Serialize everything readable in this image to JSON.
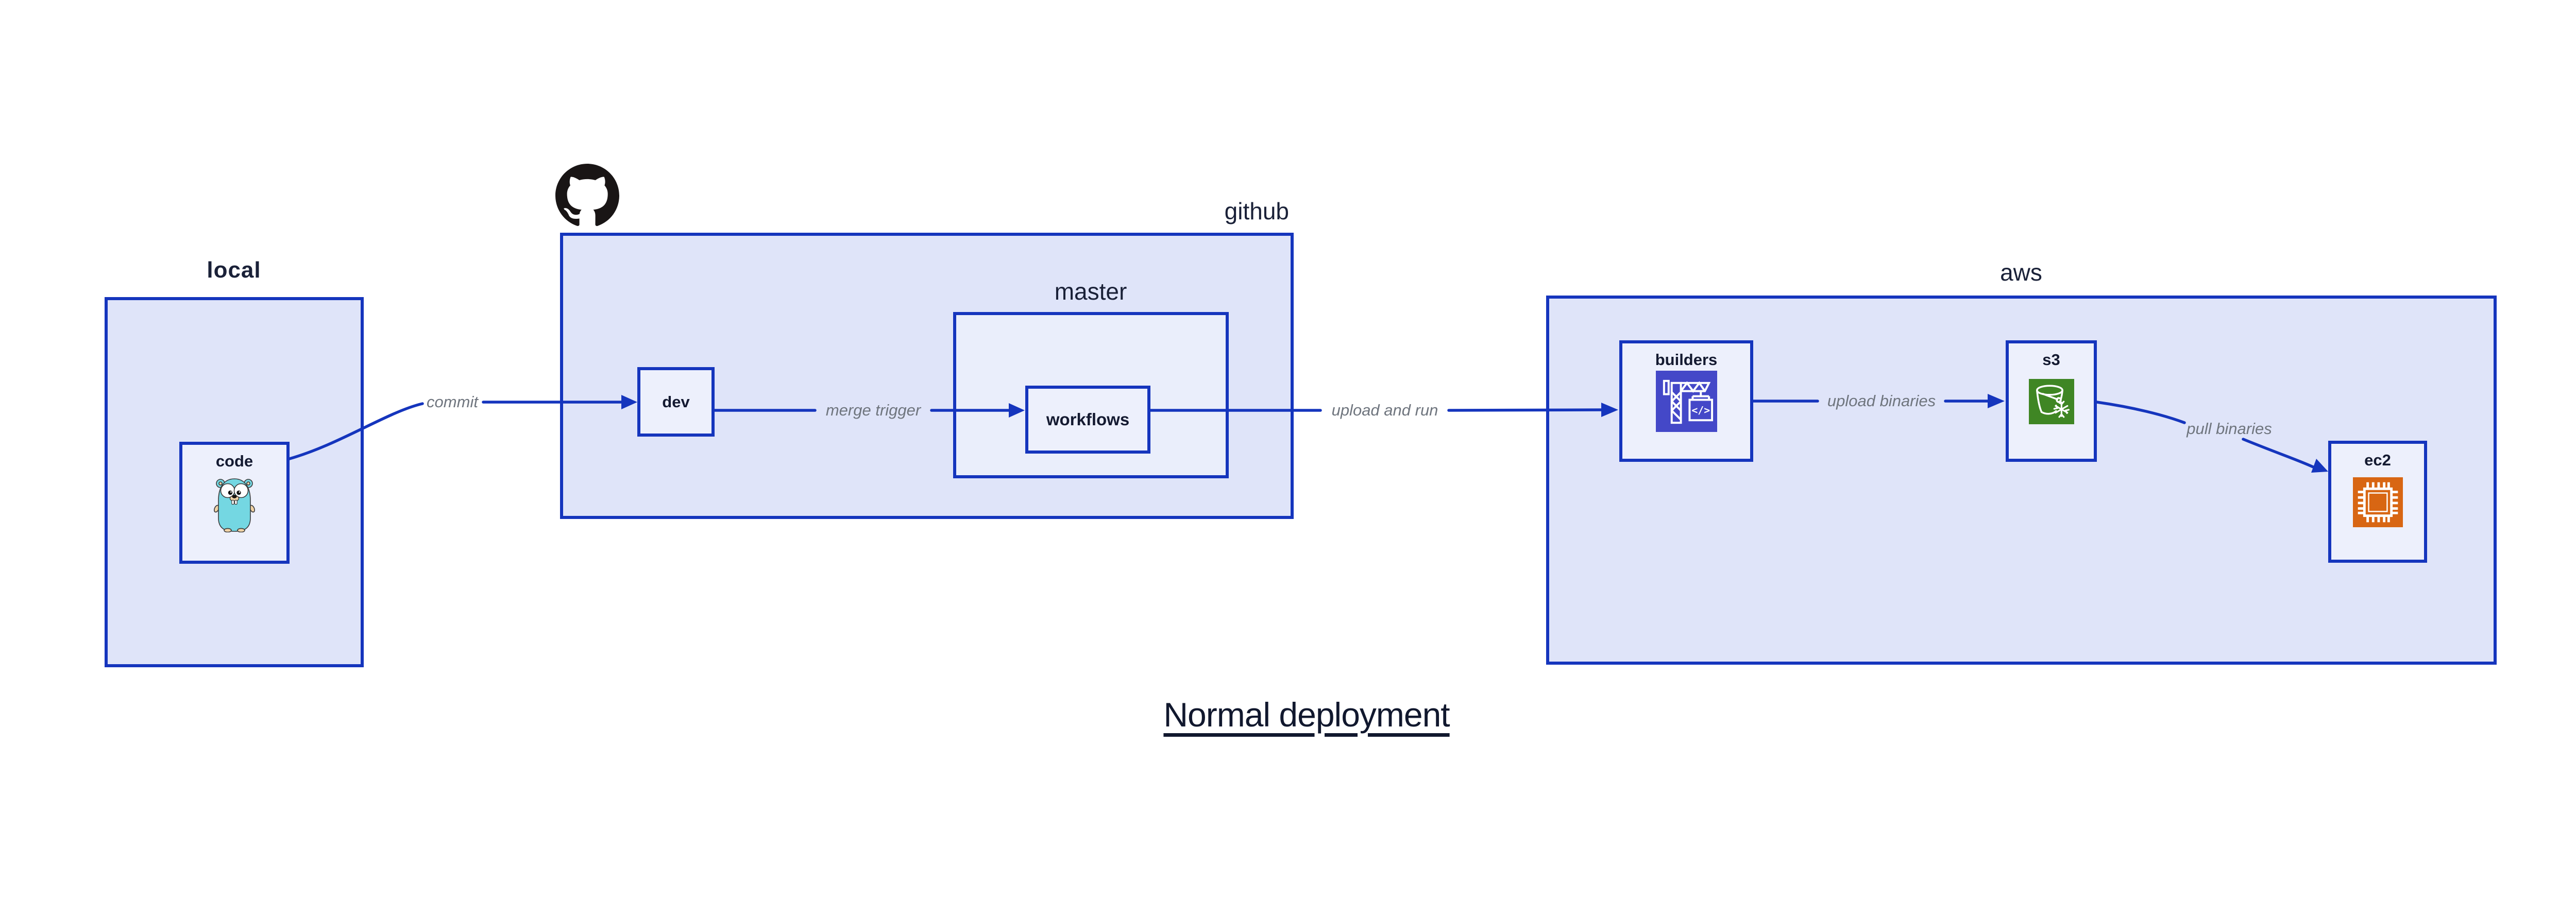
{
  "title": "Normal deployment",
  "containers": {
    "local": {
      "label": "local"
    },
    "github": {
      "label": "github"
    },
    "master": {
      "label": "master"
    },
    "aws": {
      "label": "aws"
    }
  },
  "nodes": {
    "code": {
      "label": "code"
    },
    "dev": {
      "label": "dev"
    },
    "workflows": {
      "label": "workflows"
    },
    "builders": {
      "label": "builders"
    },
    "s3": {
      "label": "s3"
    },
    "ec2": {
      "label": "ec2"
    }
  },
  "edges": {
    "commit": {
      "label": "commit",
      "from": "code",
      "to": "dev"
    },
    "merge_trigger": {
      "label": "merge trigger",
      "from": "dev",
      "to": "workflows"
    },
    "upload_and_run": {
      "label": "upload and run",
      "from": "workflows",
      "to": "builders"
    },
    "upload_binaries": {
      "label": "upload binaries",
      "from": "builders",
      "to": "s3"
    },
    "pull_binaries": {
      "label": "pull binaries",
      "from": "s3",
      "to": "ec2"
    }
  },
  "icons": {
    "octocat": {
      "name": "github-octocat-icon"
    },
    "gopher": {
      "name": "go-gopher-icon"
    },
    "codebuild": {
      "name": "codebuild-crane-icon",
      "glyph": "</>"
    },
    "s3": {
      "name": "s3-glacier-bucket-icon"
    },
    "ec2": {
      "name": "ec2-chip-icon"
    }
  },
  "colors": {
    "border_blue": "#1535bd",
    "arrow_blue": "#1535bd",
    "container_fill": "#dfe4f9",
    "master_fill": "#eaeefb",
    "node_fill": "#edf0fc",
    "edge_label_gray": "#6f757e",
    "text_dark": "#141a31",
    "codebuild_purple": "#4448c8",
    "s3_green": "#3f8624",
    "ec2_orange": "#d86613",
    "octocat_black": "#191515",
    "gopher_teal": "#74d7e2"
  }
}
